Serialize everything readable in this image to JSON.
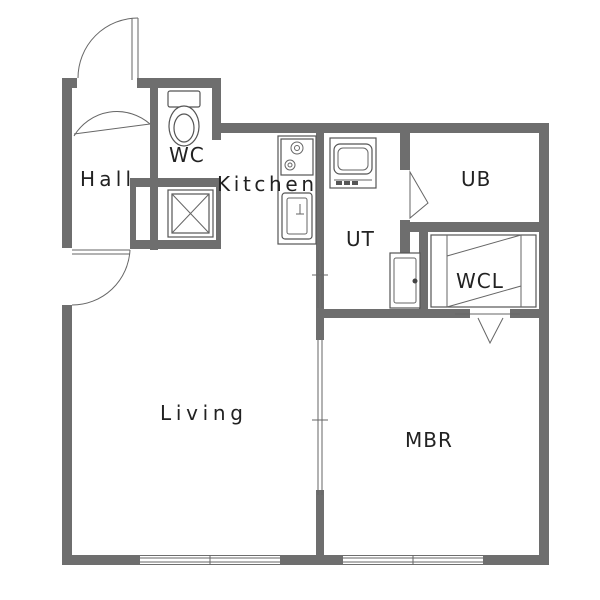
{
  "rooms": {
    "hall": "Hall",
    "wc": "WC",
    "kitchen": "Kitchen",
    "ut": "UT",
    "ub": "UB",
    "wcl": "WCL",
    "living": "Living",
    "mbr": "MBR"
  },
  "colors": {
    "wall": "#6e6e6e",
    "line": "#666666",
    "background": "#ffffff"
  }
}
